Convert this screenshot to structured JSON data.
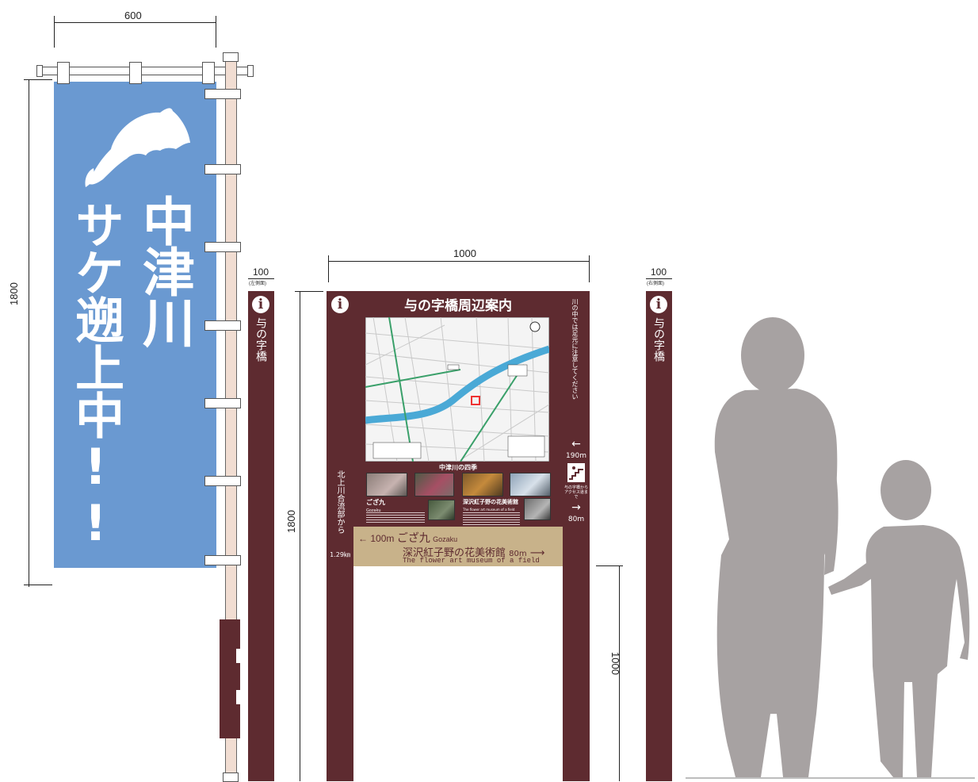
{
  "dimensions": {
    "banner_width": "600",
    "banner_height": "1800",
    "pole_left_width": "100",
    "pole_left_side": "(左側面)",
    "board_width": "1000",
    "board_height": "1800",
    "board_lower": "1000",
    "pole_right_width": "100",
    "pole_right_side": "(右側面)"
  },
  "banner": {
    "line_right": "中津川",
    "line_left": "サケ遡上中!!",
    "fish_icon": "salmon-silhouette"
  },
  "side_pole": {
    "info_symbol": "i",
    "label": "与の字橋"
  },
  "board": {
    "title": "与の字橋周辺案内",
    "info_symbol": "i",
    "left_strip": "北上川合流部から",
    "left_strip_distance": "1.29㎞",
    "right_strip": "川の中では足元に注意してください",
    "right_left_arrow": "←",
    "right_distance_1": "190m",
    "right_access": "与の字橋からアクセス道まで",
    "right_right_arrow": "→",
    "right_distance_2": "80m",
    "seasons_title": "中津川の四季",
    "gozaku_title": "ござ九",
    "gozaku_sub": "Gozaku",
    "museum_title": "深沢紅子野の花美術館",
    "museum_sub": "The flower art museum of a field",
    "dir_line1_arrow": "←",
    "dir_line1_dist": "100m",
    "dir_line1_name": "ござ九",
    "dir_line1_roman": "Gozaku",
    "dir_line2_name": "深沢紅子野の花美術館",
    "dir_line2_dist": "80m",
    "dir_line2_arrow": "⟶",
    "dir_line3": "The flower art museum of a field"
  },
  "colors": {
    "banner_blue": "#6a99d1",
    "maroon": "#5e2b30",
    "tan": "#c8b28a",
    "silhouette": "#a7a2a2"
  }
}
